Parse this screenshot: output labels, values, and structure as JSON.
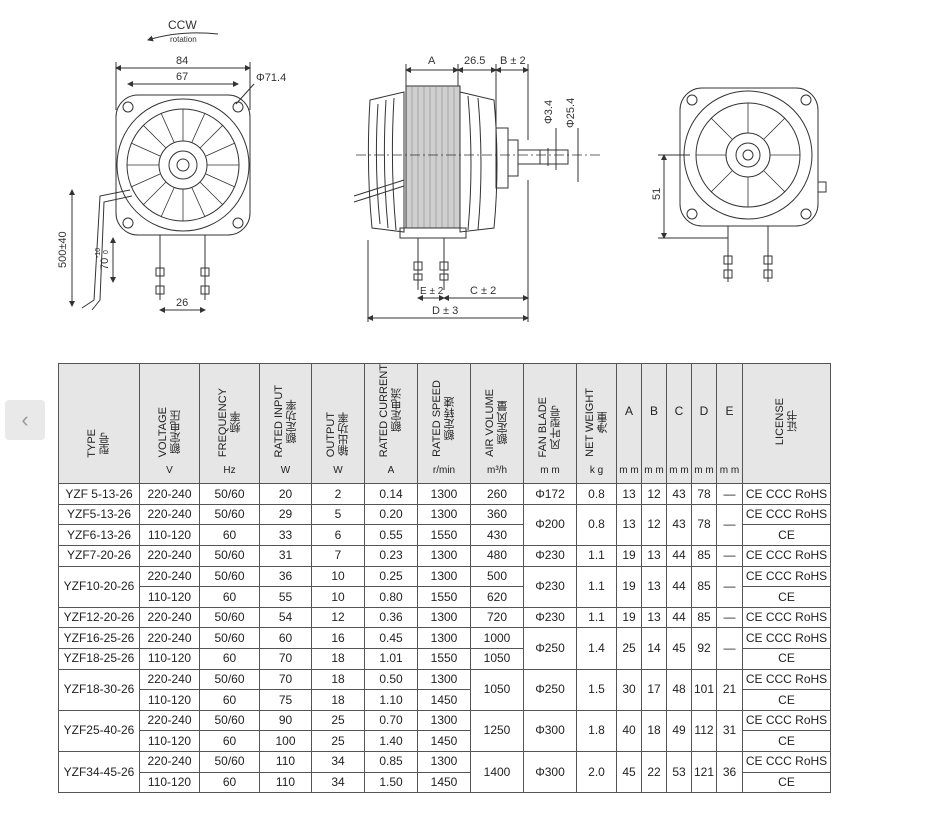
{
  "drawing": {
    "rotation_label": "CCW",
    "rotation_sub": "rotation",
    "dim_84": "84",
    "dim_67": "67",
    "dim_phi714": "Φ71.4",
    "dim_500": "500±40",
    "dim_70": "70",
    "dim_70_tol_upper": "-10",
    "dim_70_tol_lower": "0",
    "dim_26": "26",
    "dim_a": "A",
    "dim_265": "26.5",
    "dim_b": "B ± 2",
    "dim_phi34": "Φ3.4",
    "dim_phi254": "Φ25.4",
    "dim_e": "E ± 2",
    "dim_c": "C ± 2",
    "dim_d": "D ± 3",
    "dim_51": "51"
  },
  "nav": {
    "prev_icon": "‹"
  },
  "table": {
    "headers": [
      {
        "en": "TYPE",
        "cn": "型号",
        "unit": ""
      },
      {
        "en": "VOLTAGE",
        "cn": "额定电压",
        "unit": "V"
      },
      {
        "en": "FREQUENCY",
        "cn": "频率",
        "unit": "Hz"
      },
      {
        "en": "RATED INPUT",
        "cn": "额定功率",
        "unit": "W"
      },
      {
        "en": "OUTPUT",
        "cn": "输出功率",
        "unit": "W"
      },
      {
        "en": "RATED CURRENT",
        "cn": "额定电流",
        "unit": "A"
      },
      {
        "en": "RATED SPEED",
        "cn": "额定转速",
        "unit": "r/min"
      },
      {
        "en": "AIR VOLUME",
        "cn": "额定风量",
        "unit": "m³/h"
      },
      {
        "en": "FAN BLADE",
        "cn": "风叶型号",
        "unit": "m m"
      },
      {
        "en": "NET WEIGHT",
        "cn": "净重",
        "unit": "k g"
      },
      {
        "en": "A",
        "cn": "",
        "unit": "m m"
      },
      {
        "en": "B",
        "cn": "",
        "unit": "m m"
      },
      {
        "en": "C",
        "cn": "",
        "unit": "m m"
      },
      {
        "en": "D",
        "cn": "",
        "unit": "m m"
      },
      {
        "en": "E",
        "cn": "",
        "unit": "m m"
      },
      {
        "en": "LICENSE",
        "cn": "证书",
        "unit": ""
      }
    ],
    "groups": [
      {
        "type": "YZF 5-13-26",
        "rows": [
          {
            "voltage": "220-240",
            "freq": "50/60",
            "input": "20",
            "output": "2",
            "current": "0.14",
            "speed": "1300",
            "air": "260",
            "license": "CE  CCC  RoHS"
          }
        ],
        "blade": "Φ172",
        "weight": "0.8",
        "a": "13",
        "b": "12",
        "c": "43",
        "d": "78",
        "e": "—"
      },
      {
        "type": "YZF5-13-26",
        "rows": [
          {
            "voltage": "220-240",
            "freq": "50/60",
            "input": "29",
            "output": "5",
            "current": "0.20",
            "speed": "1300",
            "air": "360",
            "license": "CE  CCC  RoHS"
          }
        ],
        "blade": "Φ200",
        "weight": "0.8",
        "a": "13",
        "b": "12",
        "c": "43",
        "d": "78",
        "e": "—",
        "shared_with_next": true
      },
      {
        "type": "YZF6-13-26",
        "rows": [
          {
            "voltage": "110-120",
            "freq": "60",
            "input": "33",
            "output": "6",
            "current": "0.55",
            "speed": "1550",
            "air": "430",
            "license": "CE"
          }
        ]
      },
      {
        "type": "YZF7-20-26",
        "rows": [
          {
            "voltage": "220-240",
            "freq": "50/60",
            "input": "31",
            "output": "7",
            "current": "0.23",
            "speed": "1300",
            "air": "480",
            "license": "CE  CCC  RoHS"
          }
        ],
        "blade": "Φ230",
        "weight": "1.1",
        "a": "19",
        "b": "13",
        "c": "44",
        "d": "85",
        "e": "—"
      },
      {
        "type": "YZF10-20-26",
        "rows": [
          {
            "voltage": "220-240",
            "freq": "50/60",
            "input": "36",
            "output": "10",
            "current": "0.25",
            "speed": "1300",
            "air": "500",
            "license": "CE  CCC  RoHS"
          },
          {
            "voltage": "110-120",
            "freq": "60",
            "input": "55",
            "output": "10",
            "current": "0.80",
            "speed": "1550",
            "air": "620",
            "license": "CE"
          }
        ],
        "blade": "Φ230",
        "weight": "1.1",
        "a": "19",
        "b": "13",
        "c": "44",
        "d": "85",
        "e": "—"
      },
      {
        "type": "YZF12-20-26",
        "rows": [
          {
            "voltage": "220-240",
            "freq": "50/60",
            "input": "54",
            "output": "12",
            "current": "0.36",
            "speed": "1300",
            "air": "720",
            "license": "CE  CCC  RoHS"
          }
        ],
        "blade": "Φ230",
        "weight": "1.1",
        "a": "19",
        "b": "13",
        "c": "44",
        "d": "85",
        "e": "—"
      },
      {
        "type": "YZF16-25-26",
        "rows": [
          {
            "voltage": "220-240",
            "freq": "50/60",
            "input": "60",
            "output": "16",
            "current": "0.45",
            "speed": "1300",
            "air": "1000",
            "license": "CE  CCC  RoHS"
          }
        ],
        "blade": "Φ250",
        "weight": "1.4",
        "a": "25",
        "b": "14",
        "c": "45",
        "d": "92",
        "e": "—",
        "shared_with_next": true
      },
      {
        "type": "YZF18-25-26",
        "rows": [
          {
            "voltage": "110-120",
            "freq": "60",
            "input": "70",
            "output": "18",
            "current": "1.01",
            "speed": "1550",
            "air": "1050",
            "license": "CE"
          }
        ]
      },
      {
        "type": "YZF18-30-26",
        "rows": [
          {
            "voltage": "220-240",
            "freq": "50/60",
            "input": "70",
            "output": "18",
            "current": "0.50",
            "speed": "1300",
            "air": "1050",
            "license": "CE  CCC  RoHS"
          },
          {
            "voltage": "110-120",
            "freq": "60",
            "input": "75",
            "output": "18",
            "current": "1.10",
            "speed": "1450",
            "air": "",
            "license": "CE"
          }
        ],
        "air_merged": true,
        "blade": "Φ250",
        "weight": "1.5",
        "a": "30",
        "b": "17",
        "c": "48",
        "d": "101",
        "e": "21"
      },
      {
        "type": "YZF25-40-26",
        "rows": [
          {
            "voltage": "220-240",
            "freq": "50/60",
            "input": "90",
            "output": "25",
            "current": "0.70",
            "speed": "1300",
            "air": "1250",
            "license": "CE  CCC  RoHS"
          },
          {
            "voltage": "110-120",
            "freq": "60",
            "input": "100",
            "output": "25",
            "current": "1.40",
            "speed": "1450",
            "air": "",
            "license": "CE"
          }
        ],
        "air_merged": true,
        "blade": "Φ300",
        "weight": "1.8",
        "a": "40",
        "b": "18",
        "c": "49",
        "d": "112",
        "e": "31"
      },
      {
        "type": "YZF34-45-26",
        "rows": [
          {
            "voltage": "220-240",
            "freq": "50/60",
            "input": "110",
            "output": "34",
            "current": "0.85",
            "speed": "1300",
            "air": "1400",
            "license": "CE  CCC  RoHS"
          },
          {
            "voltage": "110-120",
            "freq": "60",
            "input": "110",
            "output": "34",
            "current": "1.50",
            "speed": "1450",
            "air": "",
            "license": "CE"
          }
        ],
        "air_merged": true,
        "blade": "Φ300",
        "weight": "2.0",
        "a": "45",
        "b": "22",
        "c": "53",
        "d": "121",
        "e": "36"
      }
    ]
  }
}
